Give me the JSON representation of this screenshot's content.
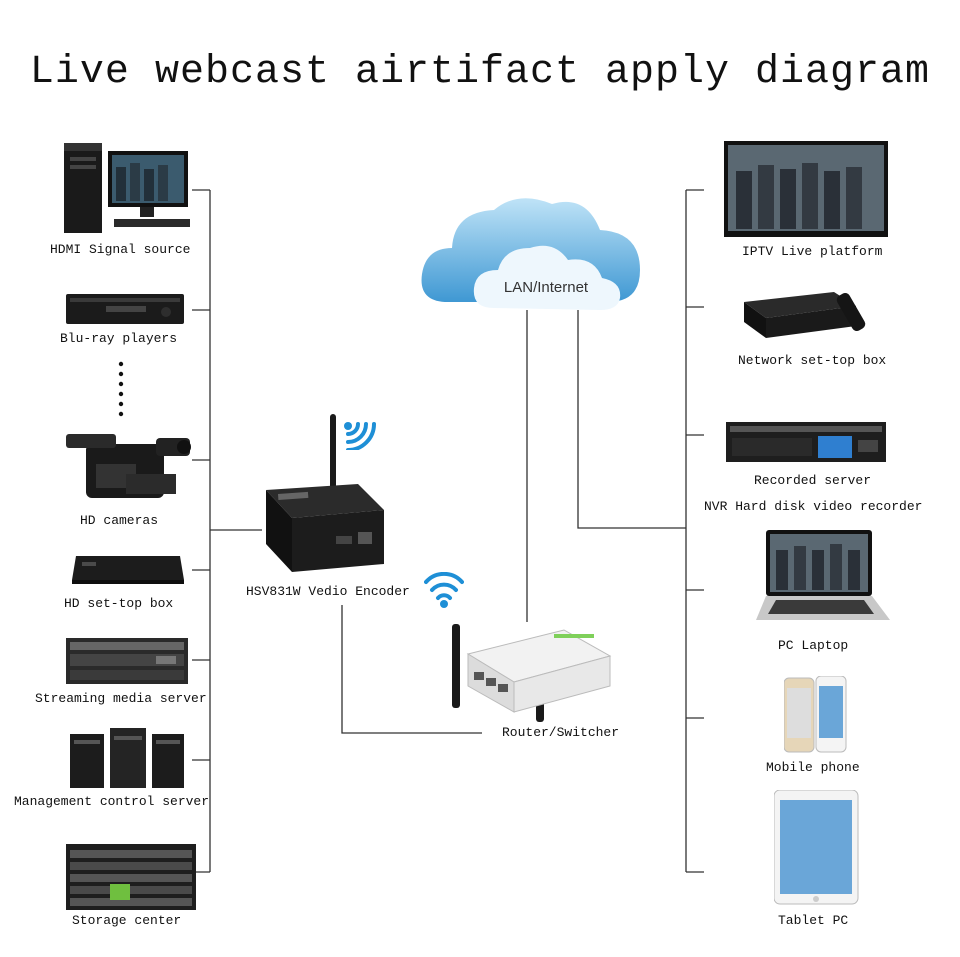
{
  "title": "Live webcast airtifact apply diagram",
  "cloud": {
    "label": "LAN/Internet"
  },
  "left": [
    "HDMI Signal source",
    "Blu-ray players",
    "HD cameras",
    "HD set-top box",
    "Streaming media server",
    "Management control server",
    "Storage center"
  ],
  "right": [
    "IPTV Live platform",
    "Network set-top box",
    "Recorded server",
    "NVR Hard disk video recorder",
    "PC Laptop",
    "Mobile phone",
    "Tablet PC"
  ],
  "encoder": {
    "label": "HSV831W Vedio Encoder"
  },
  "router": {
    "label": "Router/Switcher"
  },
  "colors": {
    "line": "#333333",
    "wifi": "#1e8fd6",
    "cloud": "#4aa3d8"
  }
}
